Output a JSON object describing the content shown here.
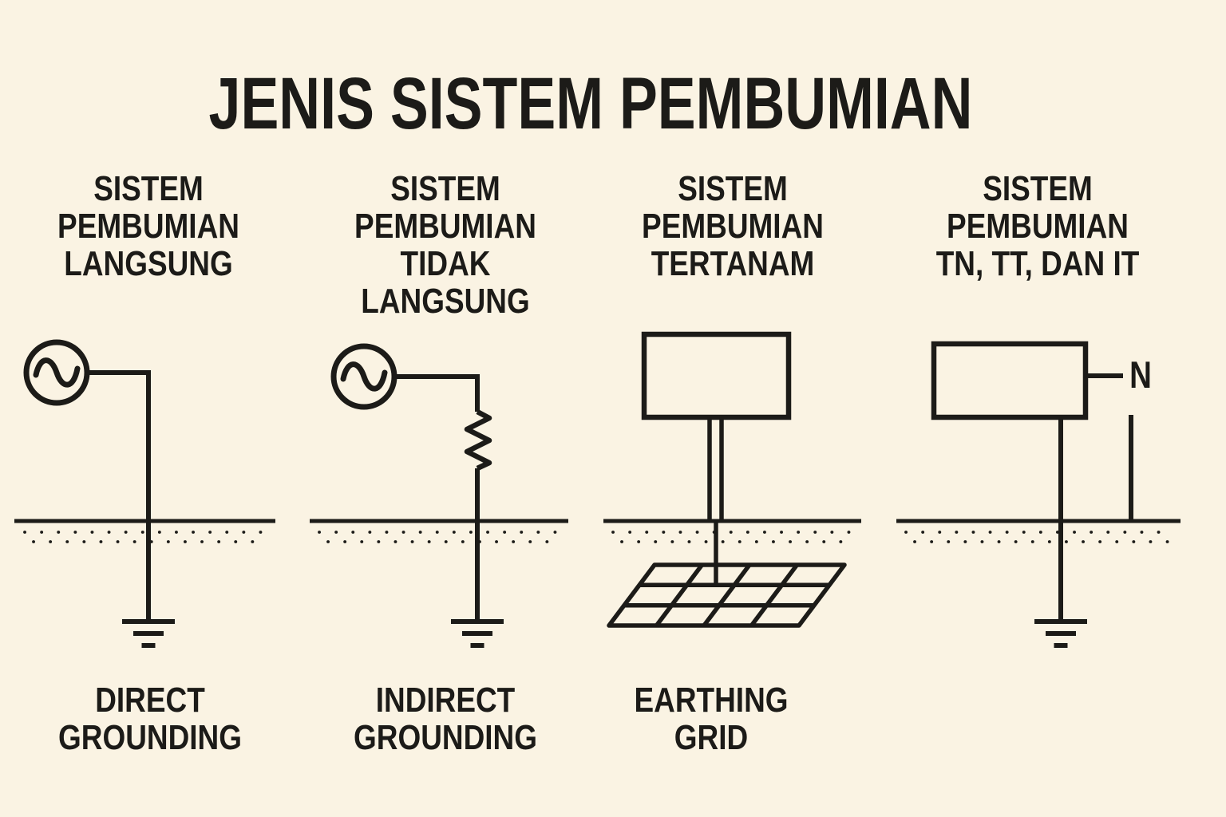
{
  "title": "JENIS SISTEM PEMBUMIAN",
  "colors": {
    "background": "#FAF3E3",
    "ink": "#1C1B18"
  },
  "columns": [
    {
      "header": "SISTEM\nPEMBUMIAN\nLANGSUNG",
      "caption": "DIRECT\nGROUNDING",
      "diagram": "ac-source-direct-to-earth"
    },
    {
      "header": "SISTEM\nPEMBUMIAN\nTIDAK LANGSUNG",
      "caption": "INDIRECT\nGROUNDING",
      "diagram": "ac-source-via-resistor-to-earth"
    },
    {
      "header": "SISTEM\nPEMBUMIAN\nTERTANAM",
      "caption": "EARTHING\nGRID",
      "diagram": "equipment-box-to-buried-grid"
    },
    {
      "header": "SISTEM\nPEMBUMIAN\nTN, TT, DAN IT",
      "caption": "",
      "diagram": "equipment-box-neutral-and-earth",
      "neutral_label": "N"
    }
  ]
}
